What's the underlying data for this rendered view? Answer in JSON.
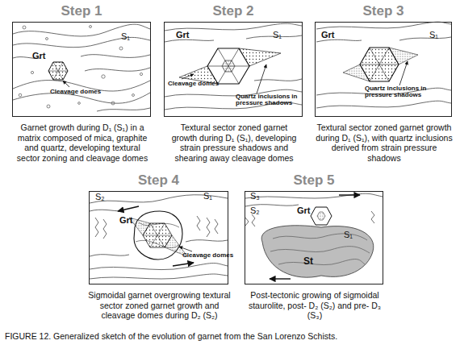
{
  "diagram": {
    "caption": "FIGURE 12. Generalized sketch of the evolution of garnet from the San Lorenzo Schists.",
    "nodes": [
      {
        "text": [
          "Step 1",
          "Garnet growth during D₁ (S₁) in a matrix composed of mica, graphite and quartz, developing textural sector zoning and cleavage domes"
        ]
      },
      {
        "text": [
          "Step 2",
          "Textural sector zoned garnet growth during D₁ (S₁), developing strain pressure shadows and shearing away cleavage domes"
        ]
      },
      {
        "text": [
          "Step 3",
          "Textural sector zoned garnet growth during D₁ (S₁), with quartz inclusions derived from strain pressure shadows"
        ]
      },
      {
        "text": [
          "Step 4",
          "Sigmoidal garnet overgrowing textural sector zoned garnet growth and cleavage domes during D₂ (S₂)"
        ]
      },
      {
        "text": [
          "Step 5",
          "Post-tectonic growing of sigmoidal staurolite, post- D₂ (S₂) and pre- D₃ (S₃)"
        ]
      }
    ],
    "labels": [
      "S₁",
      "Grt",
      "Cleavage domes",
      "Grt",
      "S₁",
      "Cleavage domes",
      "Quartz inclusions in pressure shadows",
      "Grt",
      "S₁",
      "Quartz inclusions in pressure shadows",
      "S₂",
      "S₁",
      "Grt",
      "Cleavage domes",
      "S₃",
      "S₂",
      "Grt",
      "S₁",
      "St"
    ]
  }
}
